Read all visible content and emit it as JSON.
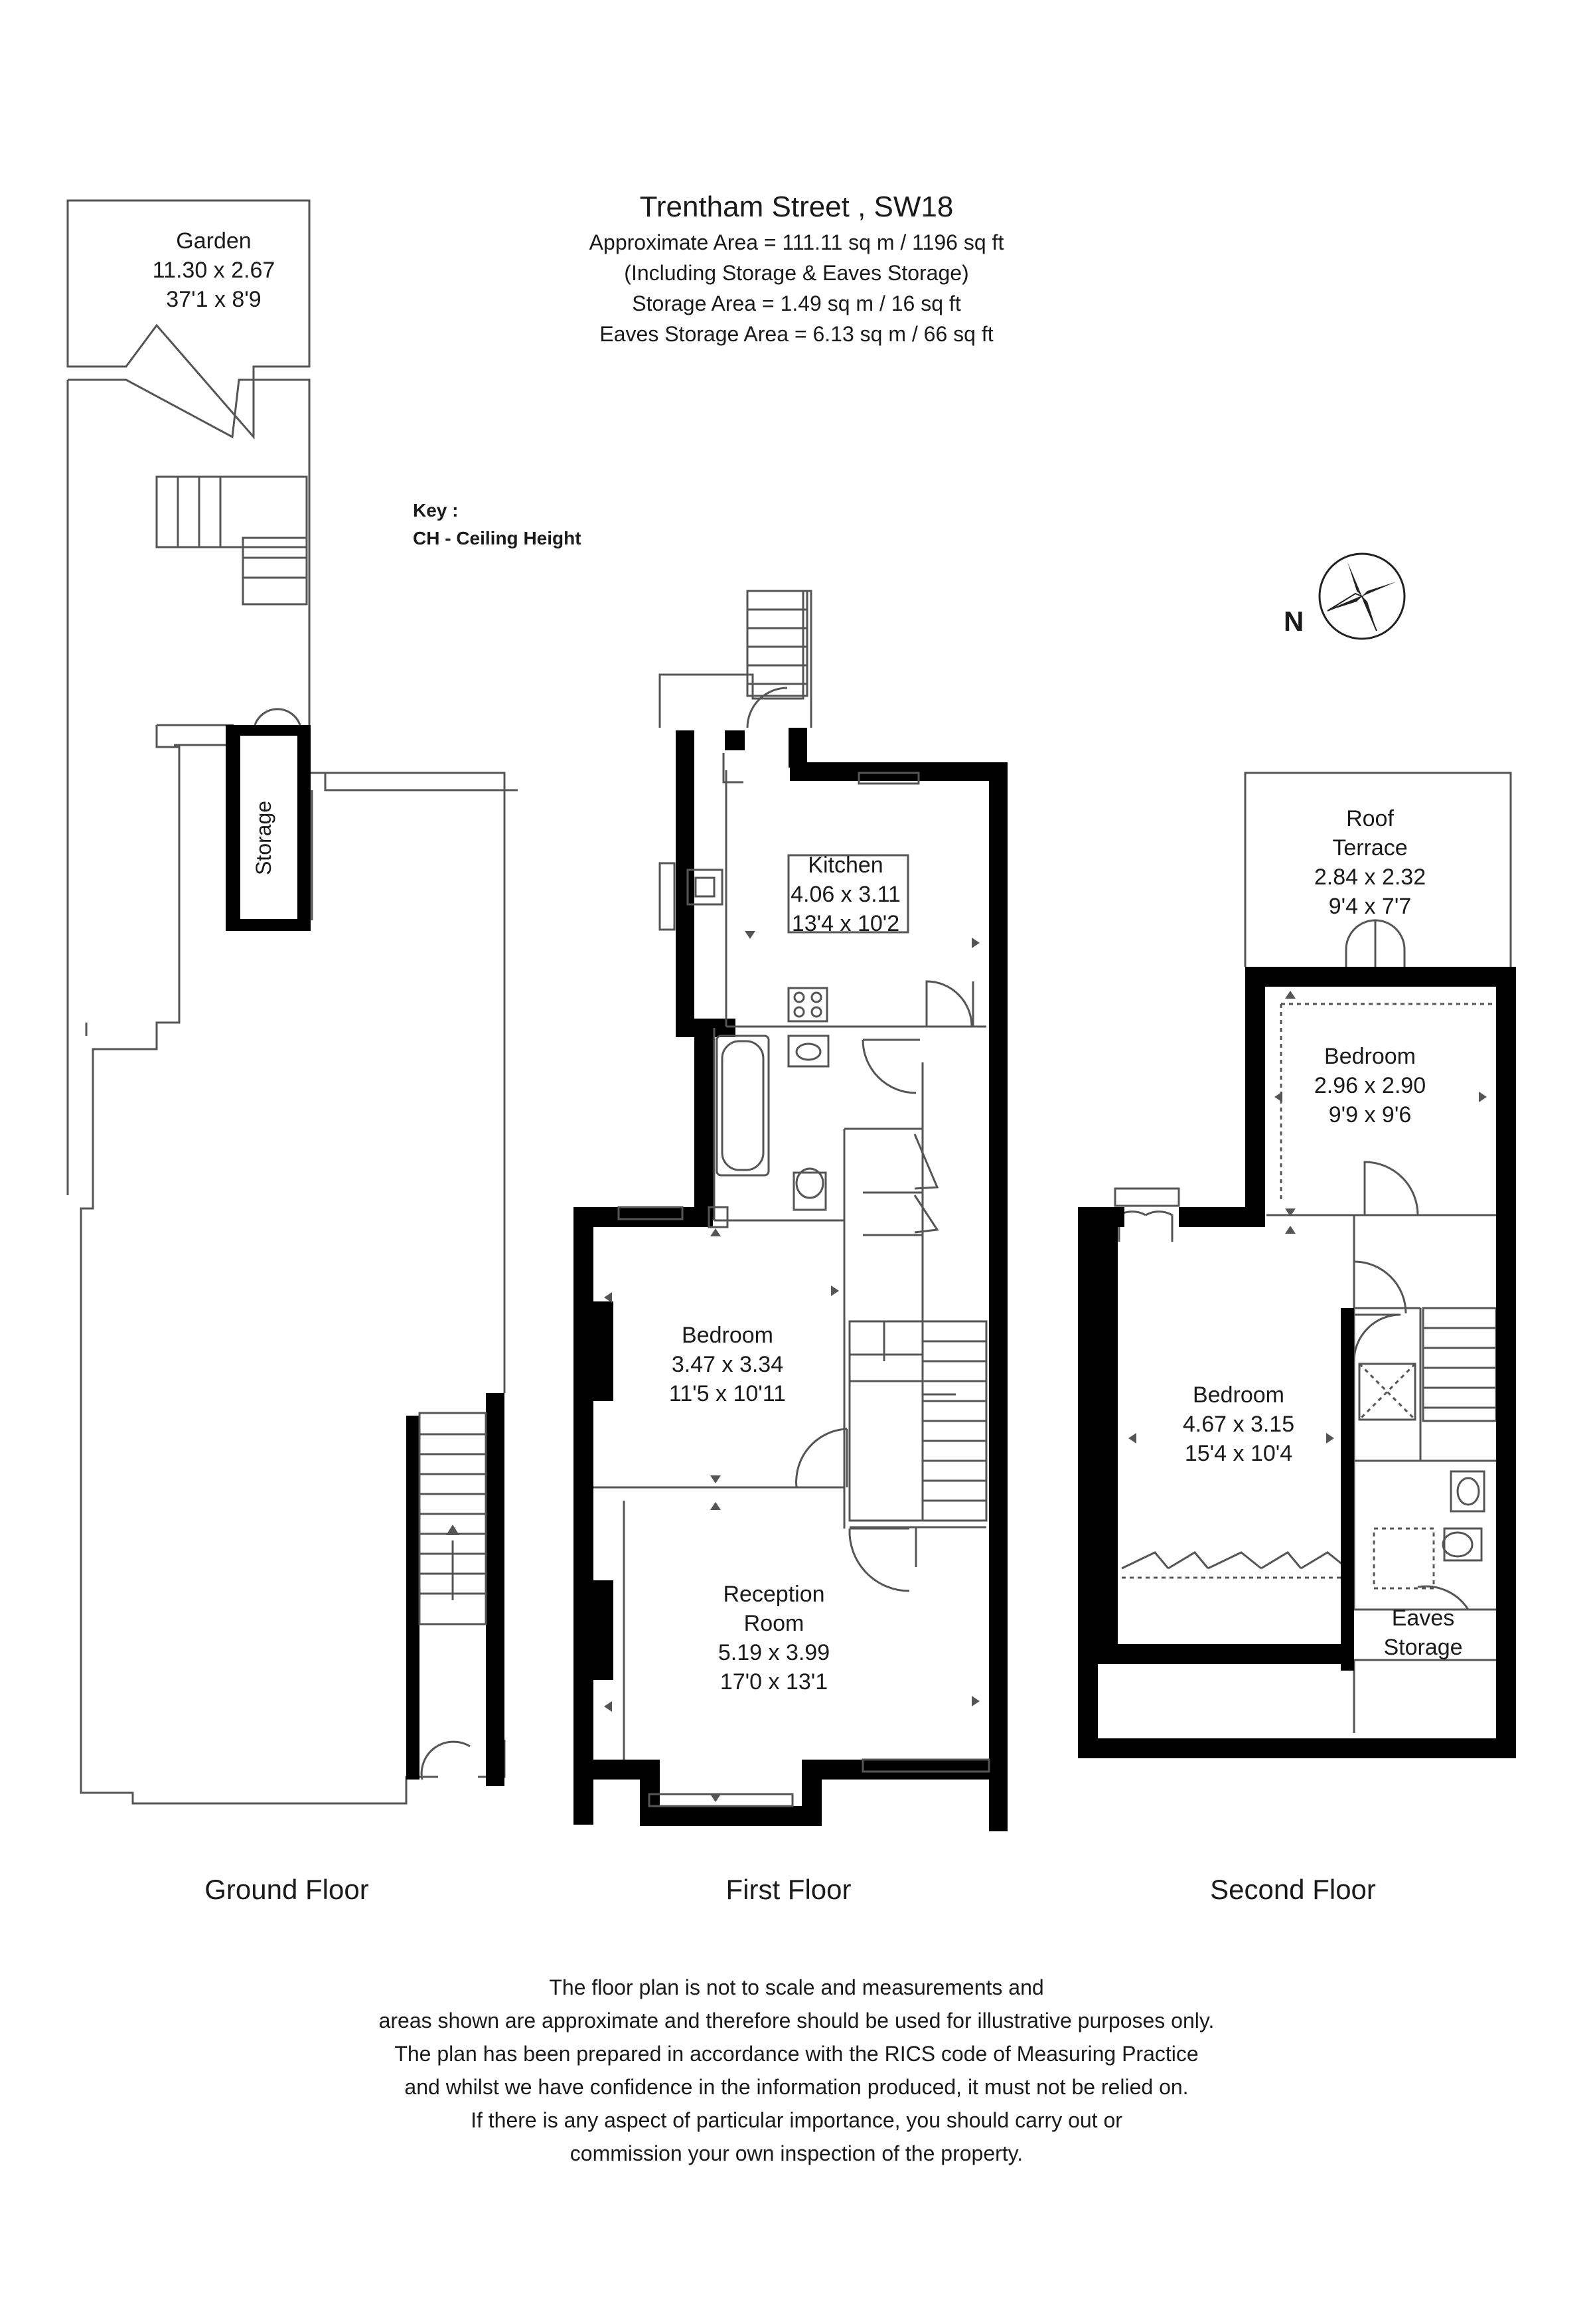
{
  "header": {
    "title": "Trentham Street , SW18",
    "lines": [
      "Approximate Area =  111.11 sq m / 1196 sq ft",
      "(Including Storage & Eaves Storage)",
      "Storage Area =  1.49 sq m / 16 sq ft",
      "Eaves Storage Area =  6.13 sq m / 66 sq ft"
    ]
  },
  "key": {
    "heading": "Key :",
    "item": "CH - Ceiling Height"
  },
  "compass": {
    "north": "N"
  },
  "floors": {
    "ground": "Ground Floor",
    "first": "First Floor",
    "second": "Second Floor"
  },
  "rooms": {
    "garden": {
      "name": "Garden",
      "metric": "11.30 x 2.67",
      "imperial": "37'1 x 8'9"
    },
    "storage": {
      "name": "Storage"
    },
    "kitchen": {
      "name": "Kitchen",
      "metric": "4.06 x 3.11",
      "imperial": "13'4 x 10'2"
    },
    "bedroom1": {
      "name": "Bedroom",
      "metric": "3.47 x 3.34",
      "imperial": "11'5 x 10'11"
    },
    "reception": {
      "name1": "Reception",
      "name2": "Room",
      "metric": "5.19 x 3.99",
      "imperial": "17'0 x 13'1"
    },
    "roof": {
      "name1": "Roof",
      "name2": "Terrace",
      "metric": "2.84 x 2.32",
      "imperial": "9'4 x 7'7"
    },
    "bedroom2": {
      "name": "Bedroom",
      "metric": "2.96 x 2.90",
      "imperial": "9'9 x 9'6"
    },
    "bedroom3": {
      "name": "Bedroom",
      "metric": "4.67 x 3.15",
      "imperial": "15'4 x 10'4"
    },
    "eaves": {
      "name1": "Eaves",
      "name2": "Storage"
    }
  },
  "disclaimer": [
    "The floor plan is not to scale and measurements and",
    "areas shown are approximate and therefore should be used for illustrative purposes only.",
    "The plan has been prepared in accordance with the RICS code of Measuring Practice",
    "and whilst we have confidence in the information produced, it must not be relied on.",
    "If there is any aspect of particular importance, you should carry out or",
    "commission your own inspection of the property."
  ]
}
